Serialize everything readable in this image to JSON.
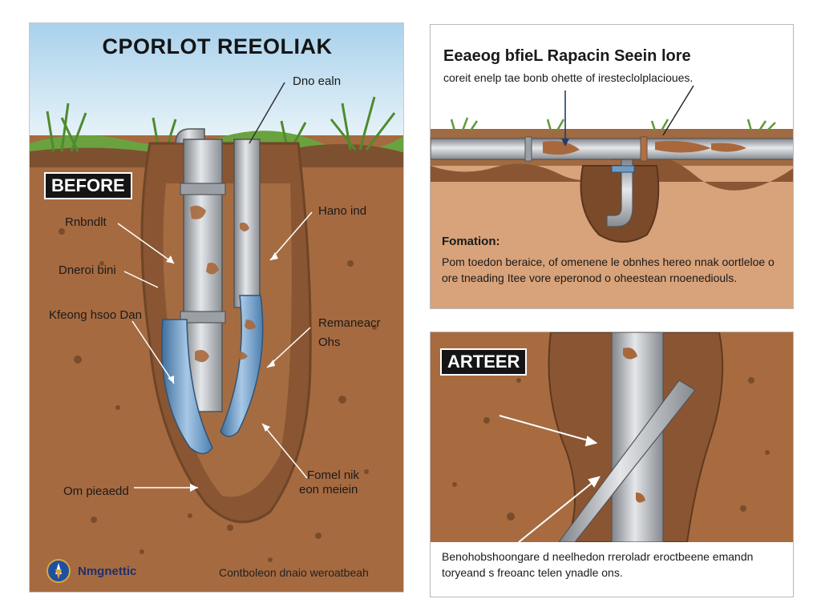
{
  "before_panel": {
    "title": "CPORLOT REEOLIAK",
    "tag": "BEFORE",
    "labels": {
      "top_pipe": "Dno ealn",
      "left_1": "Rnbndlt",
      "left_2": "Dneroi bini",
      "left_3": "Kfeong hsoo Dan",
      "left_4": "Om pieaedd",
      "right_1": "Hano ind",
      "right_2a": "Remaneacr",
      "right_2b": "Ohs",
      "right_3a": "Fomel nik",
      "right_3b": "eon meiein"
    },
    "brand": "Nmgnettic",
    "footer": "Contboleon dnaio weroatbeah"
  },
  "top_right_panel": {
    "title": "Eeaeog bfieL Rapacin Seein lore",
    "subtitle": "coreit enelp tae bonb ohette of iresteclolplacioues.",
    "formation_heading": "Fomation:",
    "formation_text": "Pom toedon beraice, of omenene le obnhes hereo nnak oortleloe o ore tneading Itee vore eperonod o oheestean rnoenediouls."
  },
  "after_panel": {
    "tag": "ARTEER",
    "caption": "Benohobshoongare d neelhedon rreroladr eroctbeene emandn toryeand s freoanc telen ynadle ons."
  },
  "colors": {
    "soil": "#a66a40",
    "soil_dark": "#6e4527",
    "sky": "#bcdcf0",
    "grass": "#5e9a3a",
    "pipe_steel": "#a9adb3",
    "pipe_blue": "#6e9cc4",
    "rust": "#a8683c"
  },
  "icons": {
    "brand_logo": "compass-logo-icon"
  }
}
